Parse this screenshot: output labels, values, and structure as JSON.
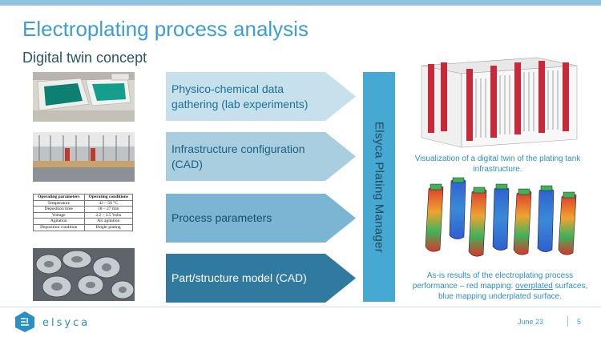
{
  "slide": {
    "title": "Electroplating process analysis",
    "subtitle": "Digital twin concept"
  },
  "steps": [
    {
      "label": "Physico-chemical data gathering (lab experiments)",
      "color": "#c6e1ec"
    },
    {
      "label": "Infrastructure configuration (CAD)",
      "color": "#a8cee0"
    },
    {
      "label": "Process parameters",
      "color": "#7ab6d3"
    },
    {
      "label": "Part/structure model (CAD)",
      "color": "#2f7a9e"
    }
  ],
  "params_table": {
    "headers": [
      "Operating parameters",
      "Operating conditions"
    ],
    "rows": [
      [
        "Temperature",
        "42 – 56 °C"
      ],
      [
        "Deposition time",
        "18 – 27 min"
      ],
      [
        "Voltage",
        "2.2 – 3.5 Volts"
      ],
      [
        "Agitation",
        "Air agitation"
      ],
      [
        "Deposition condition",
        "Bright plating"
      ]
    ]
  },
  "manager": {
    "label": "Elsyca Plating Manager"
  },
  "captions": {
    "tank": "Visualization of a digital twin of the plating tank infrastructure.",
    "results_pre": "As-is results of the electroplating process performance – red mapping: ",
    "results_underlined": "overplated",
    "results_post": " surfaces, blue mapping underplated surface."
  },
  "footer": {
    "brand": "elsyca",
    "date": "June 23",
    "page": "5"
  },
  "colors": {
    "accent": "#3c9fcf",
    "manager_bar": "#46a9d3",
    "red_mapping": "#d9362b",
    "blue_mapping": "#2f5fd0"
  }
}
